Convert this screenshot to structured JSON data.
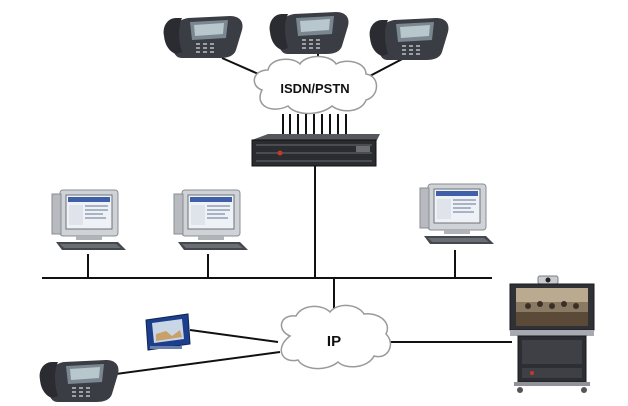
{
  "diagram": {
    "clouds": [
      {
        "id": "isdn",
        "label": "ISDN/PSTN"
      },
      {
        "id": "ip",
        "label": "IP"
      }
    ],
    "devices": {
      "desk_phones": 4,
      "desktop_computers": 3,
      "gateway_ports": 9
    },
    "colors": {
      "line": "#111111",
      "cloud_fill": "#ffffff",
      "cloud_stroke": "#9a9a9a",
      "phone_body": "#3d4046",
      "monitor_bezel": "#d4d6da",
      "gateway_body": "#2b2c30",
      "video_screen": "#8a7a64"
    }
  }
}
